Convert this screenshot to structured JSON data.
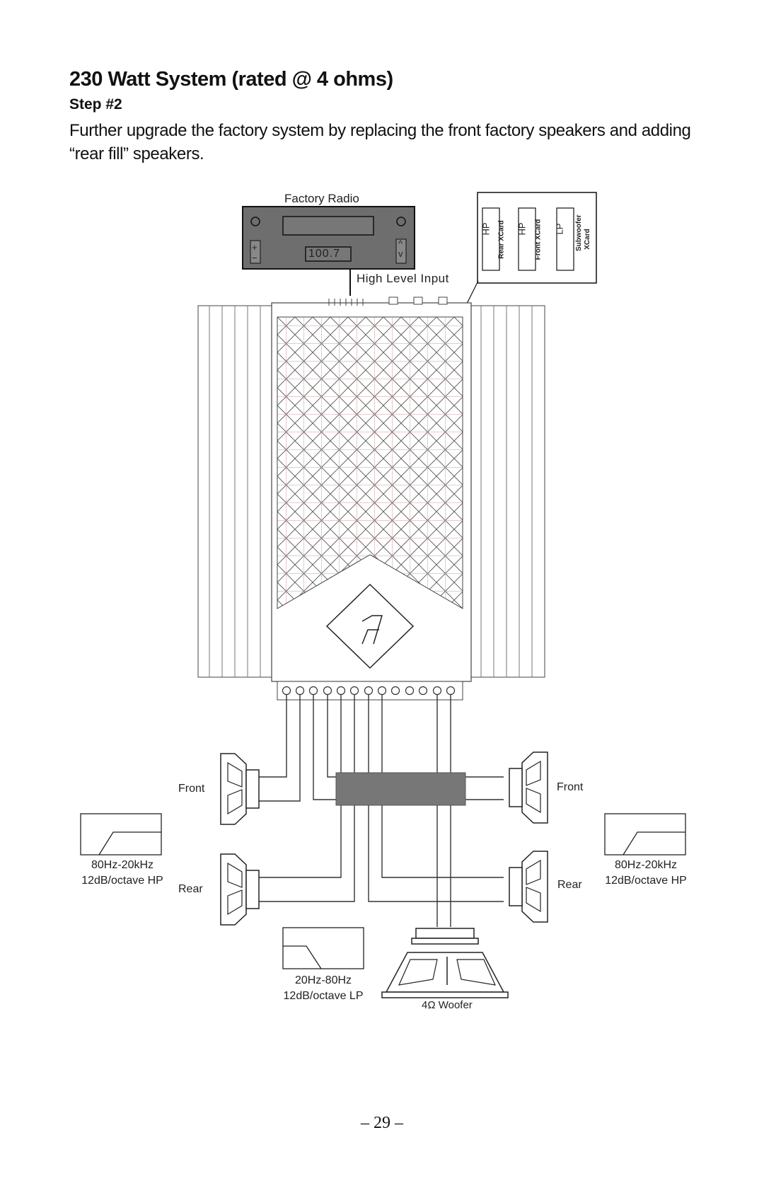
{
  "heading": "230 Watt System (rated @ 4 ohms)",
  "step": "Step #2",
  "description": "Further upgrade the factory system by replacing the front factory speakers and adding “rear fill” speakers.",
  "radio": {
    "label": "Factory Radio",
    "display_value": "100.7",
    "input_label": "High Level Input"
  },
  "xcards": [
    {
      "filter": "HP",
      "name": "Rear XCard"
    },
    {
      "filter": "HP",
      "name": "Front XCard"
    },
    {
      "filter": "LP",
      "name": "Subwoofer XCard"
    }
  ],
  "speakers": {
    "front_left": "Front",
    "front_right": "Front",
    "rear_left": "Rear",
    "rear_right": "Rear",
    "woofer": "4Ω Woofer"
  },
  "filters": {
    "left_hp": {
      "range": "80Hz-20kHz",
      "slope": "12dB/octave HP"
    },
    "right_hp": {
      "range": "80Hz-20kHz",
      "slope": "12dB/octave HP"
    },
    "sub_lp": {
      "range": "20Hz-80Hz",
      "slope": "12dB/octave LP"
    }
  },
  "page_number": "– 29 –"
}
